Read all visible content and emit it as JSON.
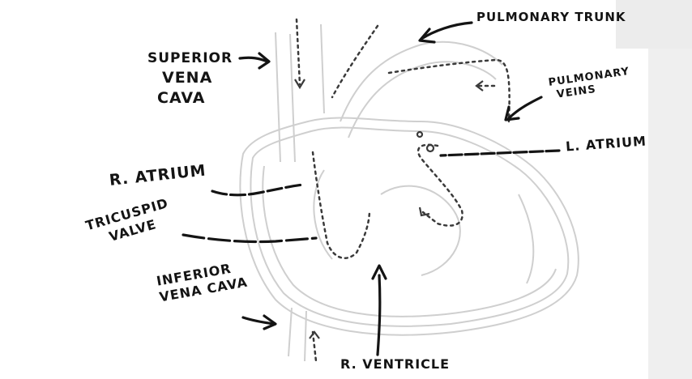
{
  "labels": {
    "pulmonary_trunk": "PULMONARY TRUNK",
    "superior_vena_cava": [
      "SUPERIOR",
      "VENA",
      "CAVA"
    ],
    "pulmonary_veins": [
      "PULMONARY",
      "VEINS"
    ],
    "l_atrium": "L. ATRIUM",
    "r_atrium": "R. ATRIUM",
    "tricuspid_valve": [
      "TRICUSPID",
      "VALVE"
    ],
    "inferior_vena_cava": [
      "INFERIOR",
      "VENA CAVA"
    ],
    "r_ventricle": "R. VENTRICLE"
  },
  "colors": {
    "ink": "#141414",
    "paper": "#ffffff",
    "background": "#f4f4f4",
    "outline": "#c8c8c8"
  }
}
